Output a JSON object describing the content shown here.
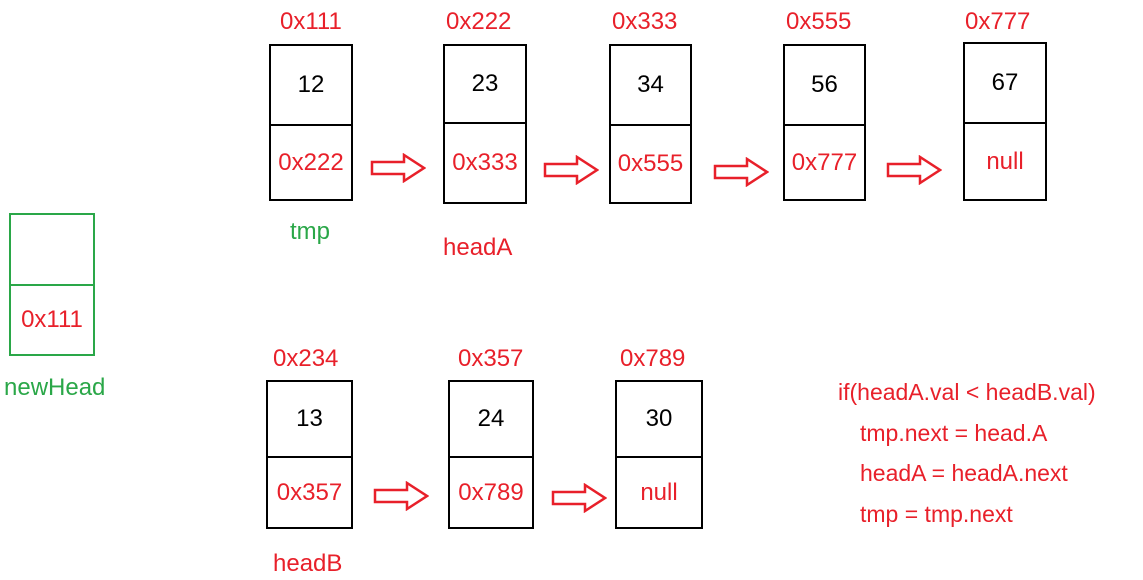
{
  "colors": {
    "red": "#e8202a",
    "green": "#2aa748",
    "black": "#000000"
  },
  "list_a": [
    {
      "addr": "0x111",
      "val": "12",
      "next": "0x222"
    },
    {
      "addr": "0x222",
      "val": "23",
      "next": "0x333"
    },
    {
      "addr": "0x333",
      "val": "34",
      "next": "0x555"
    },
    {
      "addr": "0x555",
      "val": "56",
      "next": "0x777"
    },
    {
      "addr": "0x777",
      "val": "67",
      "next": "null"
    }
  ],
  "list_b": [
    {
      "addr": "0x234",
      "val": "13",
      "next": "0x357"
    },
    {
      "addr": "0x357",
      "val": "24",
      "next": "0x789"
    },
    {
      "addr": "0x789",
      "val": "30",
      "next": "null"
    }
  ],
  "new_head": {
    "val": "",
    "next": "0x111",
    "label": "newHead"
  },
  "labels": {
    "tmp": "tmp",
    "head_a": "headA",
    "head_b": "headB"
  },
  "code": [
    "if(headA.val < headB.val)",
    "tmp.next = head.A",
    "headA = headA.next",
    "tmp = tmp.next"
  ]
}
